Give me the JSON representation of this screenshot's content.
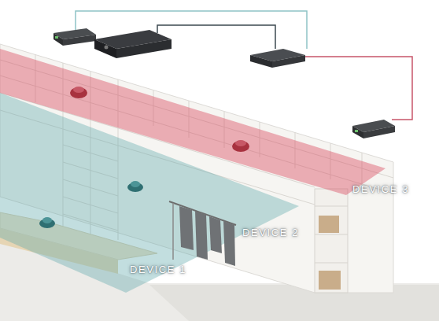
{
  "diagram": {
    "labels": [
      "DEVICE 3",
      "DEVICE 2",
      "DEVICE 1"
    ]
  }
}
